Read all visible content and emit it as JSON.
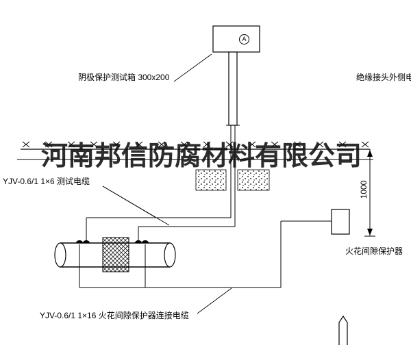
{
  "watermark": "河南邦信防腐材料有限公司",
  "labels": {
    "test_box": "阴极保护测试箱 300x200",
    "insulated_joint_cable": "绝缘接头外侧电缆",
    "test_cable": "YJV-0.6/1 1×6  测试电缆",
    "spark_gap_protector": "火花间隙保护器",
    "connection_cable": "YJV-0.6/1 1×16  火花间隙保护器连接电缆",
    "depth_dimension": "1000",
    "meter_symbol": "A"
  },
  "colors": {
    "line": "#000000",
    "background": "#ffffff",
    "watermark": "#0f0f0f"
  }
}
